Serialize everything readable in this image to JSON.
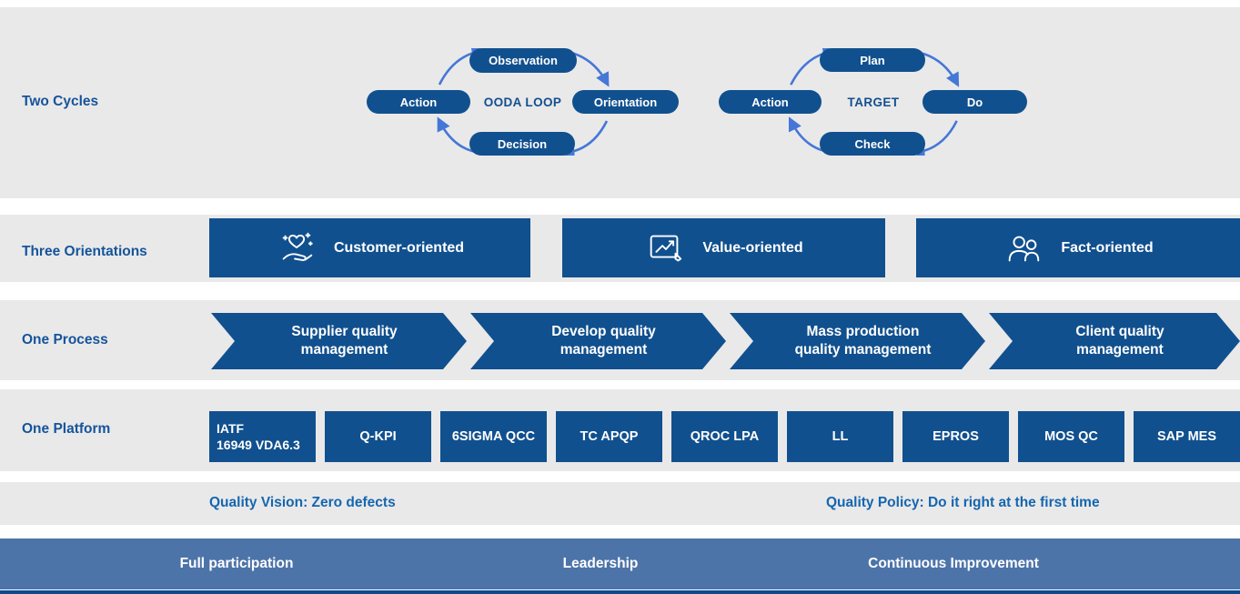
{
  "labels": {
    "two_cycles": "Two Cycles",
    "three_orientations": "Three Orientations",
    "one_process": "One Process",
    "one_platform": "One Platform"
  },
  "cycles": [
    {
      "top": "Observation",
      "right": "Orientation",
      "bottom": "Decision",
      "left": "Action",
      "center": "OODA LOOP"
    },
    {
      "top": "Plan",
      "right": "Do",
      "bottom": "Check",
      "left": "Action",
      "center": "TARGET"
    }
  ],
  "orientations": [
    {
      "icon": "hand-heart-icon",
      "label": "Customer-oriented"
    },
    {
      "icon": "chart-screen-icon",
      "label": "Value-oriented"
    },
    {
      "icon": "people-icon",
      "label": "Fact-oriented"
    }
  ],
  "process_steps": [
    "Supplier quality\nmanagement",
    "Develop quality\nmanagement",
    "Mass production\nquality management",
    "Client quality\nmanagement"
  ],
  "platform_items": [
    "IATF\n16949 VDA6.3",
    "Q-KPI",
    "6SIGMA QCC",
    "TC APQP",
    "QROC LPA",
    "LL",
    "EPROS",
    "MOS QC",
    "SAP MES"
  ],
  "quality": {
    "vision": "Quality Vision: Zero defects",
    "policy": "Quality Policy: Do it right at the first time"
  },
  "footer_items": [
    "Full participation",
    "Leadership",
    "Continuous Improvement"
  ],
  "colors": {
    "primary_navy": "#11508e",
    "arrow_blue": "#4577d6",
    "label_blue": "#15549a",
    "quality_text_blue": "#1566ae",
    "footer_steel_blue": "#4d74a9",
    "row_gray": "#e9e9ea"
  }
}
